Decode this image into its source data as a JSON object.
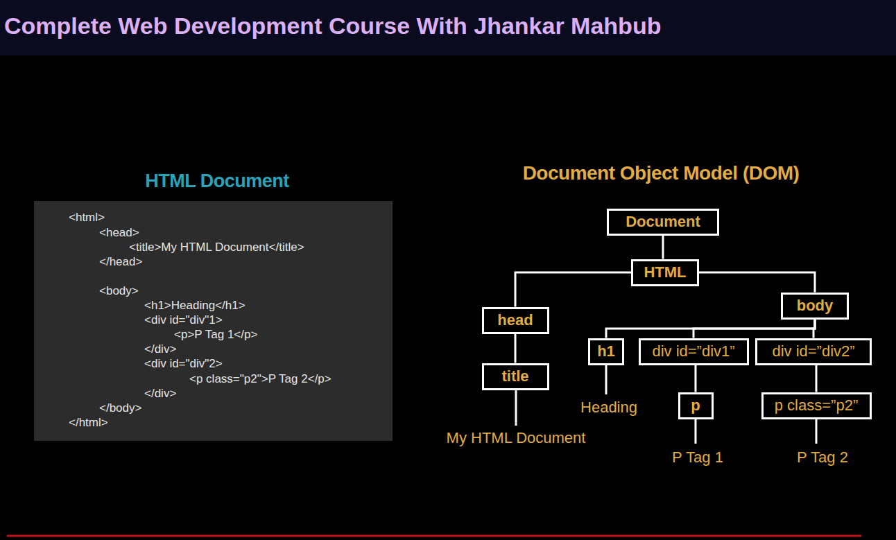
{
  "diagram": {
    "title": "Complete Web Development Course With Jhankar Mahbub",
    "nodes": [
      {
        "text": [
          "Document"
        ]
      },
      {
        "text": [
          "HTML"
        ]
      },
      {
        "text": [
          "head"
        ]
      },
      {
        "text": [
          "title"
        ]
      },
      {
        "text": [
          "body"
        ]
      },
      {
        "text": [
          "h1"
        ]
      },
      {
        "text": [
          "div id=”div1”"
        ]
      },
      {
        "text": [
          "p"
        ]
      },
      {
        "text": [
          "div id=”div2”"
        ]
      },
      {
        "text": [
          "p class=”p2”"
        ]
      }
    ],
    "edges": [
      {
        "from": 0,
        "to": 1,
        "arrow": "none"
      },
      {
        "from": 1,
        "to": 2,
        "arrow": "none"
      },
      {
        "from": 1,
        "to": 4,
        "arrow": "none"
      },
      {
        "from": 2,
        "to": 3,
        "arrow": "none"
      },
      {
        "from": 4,
        "to": 5,
        "arrow": "none"
      },
      {
        "from": 4,
        "to": 6,
        "arrow": "none"
      },
      {
        "from": 4,
        "to": 8,
        "arrow": "none"
      },
      {
        "from": 6,
        "to": 7,
        "arrow": "none"
      },
      {
        "from": 8,
        "to": 9,
        "arrow": "none"
      }
    ],
    "labels": [
      "HTML Document",
      "Document Object Model (DOM)",
      "<html>",
      "<head>",
      "<title>My HTML Document</title>",
      "</head>",
      "<body>",
      "<h1>Heading</h1>",
      "<div id=\"div\"1>",
      "<p>P Tag 1</p>",
      "</div>",
      "<div id=\"div\"2>",
      "<p class=\"p2\">P Tag 2</p>",
      "</div>",
      "</body>",
      "</html>",
      "My HTML Document",
      "Heading",
      "P Tag 1",
      "P Tag 2"
    ]
  }
}
